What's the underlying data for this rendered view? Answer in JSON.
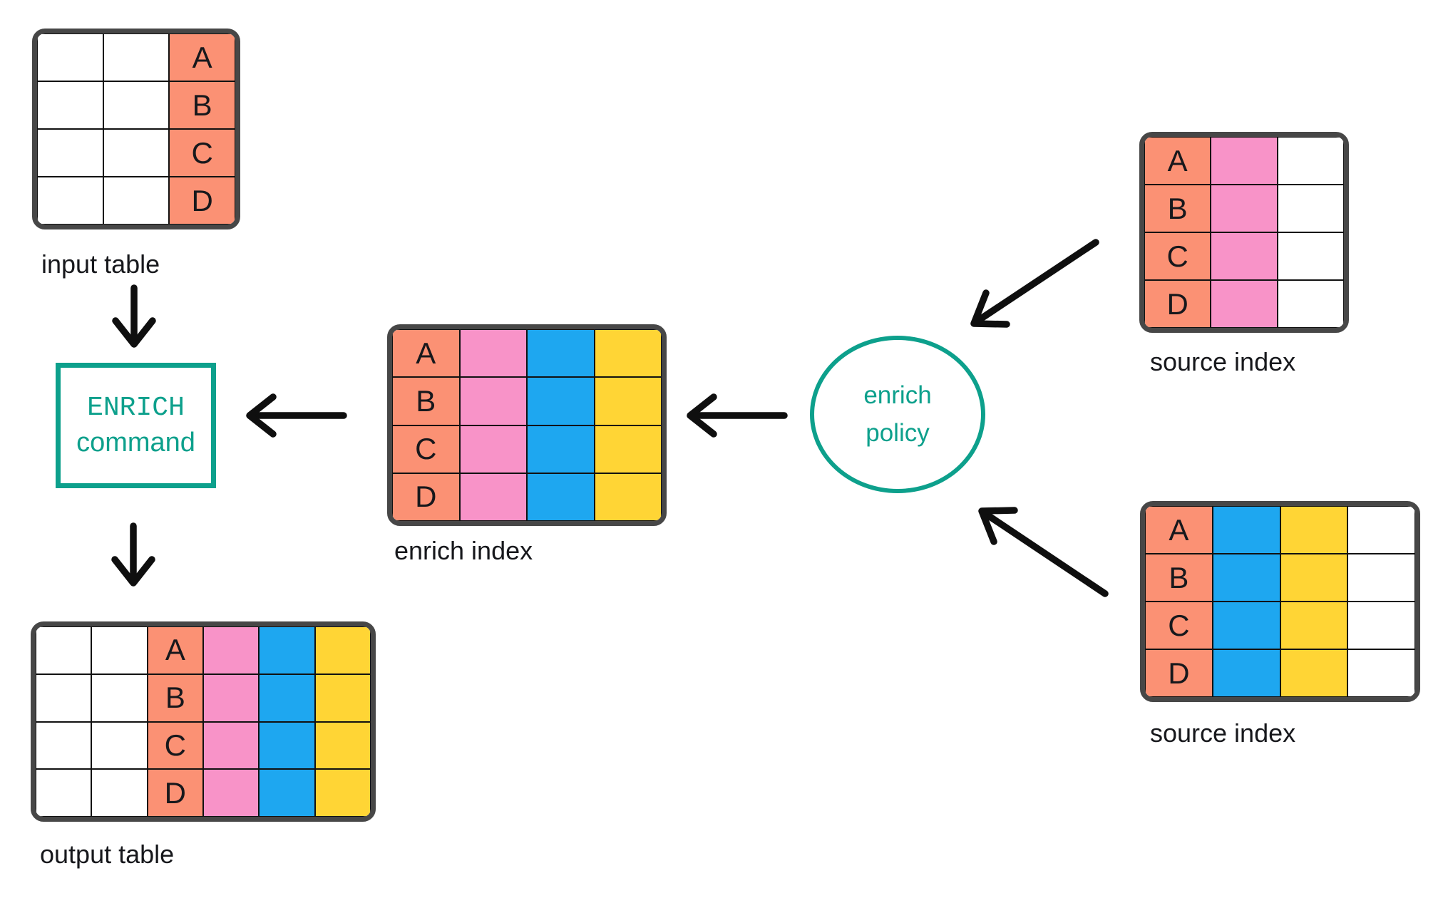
{
  "colors": {
    "salmon": "#FB9174",
    "pink": "#F893C8",
    "blue": "#1EA7F0",
    "yellow": "#FFD535",
    "teal": "#0DA08C",
    "table_border": "#474747",
    "grid_line": "#111111",
    "arrow": "#0F0F0F",
    "text": "#17181C"
  },
  "row_letters": [
    "A",
    "B",
    "C",
    "D"
  ],
  "tables": {
    "input_table": {
      "label": "input table",
      "columns": [
        "white",
        "white",
        "salmon"
      ],
      "letter_column": 2
    },
    "enrich_index": {
      "label": "enrich index",
      "columns": [
        "salmon",
        "pink",
        "blue",
        "yellow"
      ],
      "letter_column": 0
    },
    "source_index_top": {
      "label": "source index",
      "columns": [
        "salmon",
        "pink",
        "white"
      ],
      "letter_column": 0
    },
    "source_index_bottom": {
      "label": "source index",
      "columns": [
        "salmon",
        "blue",
        "yellow",
        "white"
      ],
      "letter_column": 0
    },
    "output_table": {
      "label": "output table",
      "columns": [
        "white",
        "white",
        "salmon",
        "pink",
        "blue",
        "yellow"
      ],
      "letter_column": 2
    }
  },
  "nodes": {
    "enrich_command": {
      "line1": "ENRICH",
      "line2": "command"
    },
    "enrich_policy": {
      "line1": "enrich",
      "line2": "policy"
    }
  }
}
